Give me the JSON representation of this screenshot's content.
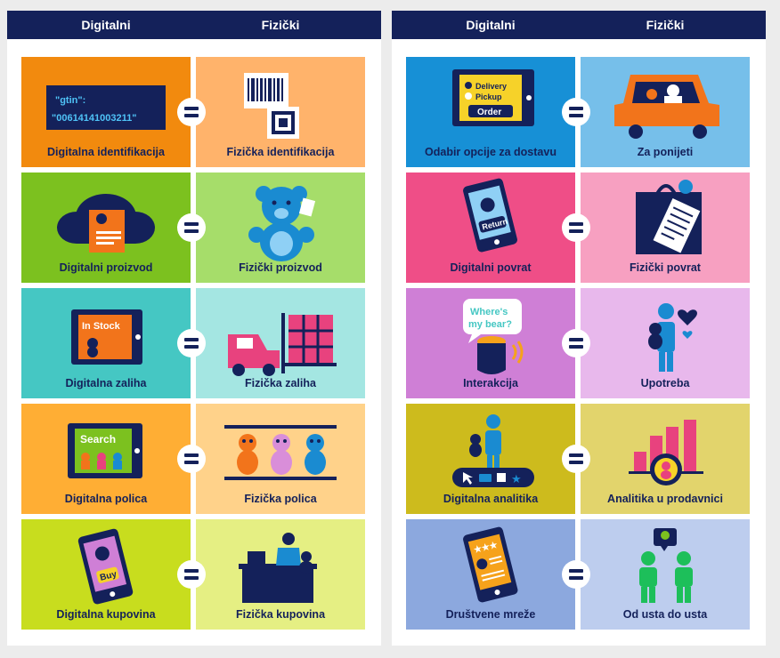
{
  "left_panel": {
    "header": {
      "digital": "Digitalni",
      "physical": "Fizički"
    },
    "rows": [
      {
        "digital": "Digitalna identifikacija",
        "physical": "Fizička identifikacija",
        "colors": [
          "#f28a0e",
          "#ffb36b"
        ]
      },
      {
        "digital": "Digitalni proizvod",
        "physical": "Fizički proizvod",
        "colors": [
          "#7cc11f",
          "#a6dd6a"
        ]
      },
      {
        "digital": "Digitalna zaliha",
        "physical": "Fizička zaliha",
        "colors": [
          "#45c7c3",
          "#a4e6e2"
        ]
      },
      {
        "digital": "Digitalna polica",
        "physical": "Fizička polica",
        "colors": [
          "#ffae34",
          "#ffd28a"
        ]
      },
      {
        "digital": "Digitalna kupovina",
        "physical": "Fizička kupovina",
        "colors": [
          "#c8dd1e",
          "#e5ef83"
        ]
      }
    ]
  },
  "right_panel": {
    "header": {
      "digital": "Digitalni",
      "physical": "Fizički"
    },
    "rows": [
      {
        "digital": "Odabir opcije za dostavu",
        "physical": "Za ponijeti",
        "colors": [
          "#1790d6",
          "#76bfea"
        ]
      },
      {
        "digital": "Digitalni povrat",
        "physical": "Fizički povrat",
        "colors": [
          "#ef4e87",
          "#f7a0c1"
        ]
      },
      {
        "digital": "Interakcija",
        "physical": "Upotreba",
        "colors": [
          "#cf7fd6",
          "#e8b8ec"
        ]
      },
      {
        "digital": "Digitalna analitika",
        "physical": "Analitika u prodavnici",
        "colors": [
          "#cdbb1d",
          "#e2d46c"
        ]
      },
      {
        "digital": "Društvene mreže",
        "physical": "Od usta do usta",
        "colors": [
          "#8ca8de",
          "#bdcdee"
        ]
      }
    ]
  },
  "illustration_text": {
    "gtin_key": "\"gtin\":",
    "gtin_value": "\"00614141003211\"",
    "in_stock": "In Stock",
    "search": "Search",
    "buy": "Buy",
    "delivery": "Delivery",
    "pickup": "Pickup",
    "order": "Order",
    "return": "Return",
    "wheres_line1": "Where's",
    "wheres_line2": "my bear?",
    "stars": "★★★"
  },
  "icons": [
    "gtin-code-icon",
    "barcode-icon",
    "cloud-product-icon",
    "teddy-bear-icon",
    "tablet-stock-icon",
    "forklift-icon",
    "tablet-search-icon",
    "shelf-bears-icon",
    "phone-buy-icon",
    "checkout-counter-icon",
    "delivery-tablet-icon",
    "car-pickup-icon",
    "phone-return-icon",
    "return-bag-icon",
    "smart-speaker-icon",
    "person-with-bear-icon",
    "analytics-person-icon",
    "bar-chart-icon",
    "phone-review-icon",
    "people-talking-icon"
  ]
}
